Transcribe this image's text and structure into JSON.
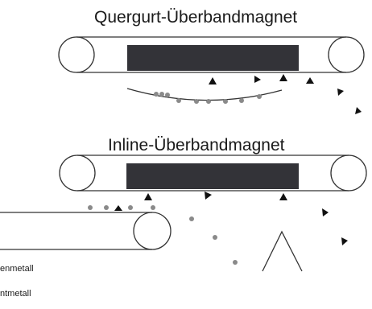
{
  "diagram": {
    "crossbelt": {
      "title": "Quergurt-Überbandmagnet"
    },
    "inline": {
      "title": "Inline-Überbandmagnet"
    },
    "legend": {
      "iron_metal_label": "enmetall",
      "nonferrous_metal_label": "ntmetall"
    }
  },
  "colors": {
    "magnet": "#333338",
    "belt_line": "#333333",
    "dots": "#8a8a8a",
    "triangles": "#111111"
  }
}
